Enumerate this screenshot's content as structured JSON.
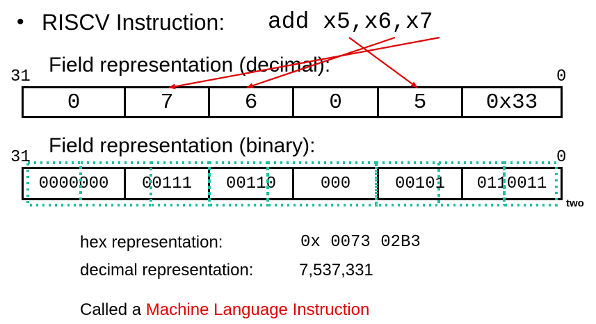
{
  "bullet": "•",
  "heading": "RISCV Instruction:",
  "instruction_code": "add x5,x6,x7",
  "decimal_section": {
    "title": "Field representation (decimal):",
    "bit_high": "31",
    "bit_low": "0",
    "fields": [
      "0",
      "7",
      "6",
      "0",
      "5",
      "0x33"
    ]
  },
  "binary_section": {
    "title": "Field representation (binary):",
    "bit_high": "31",
    "bit_low": "0",
    "fields": [
      "0000000",
      "00111",
      "00110",
      "000",
      "00101",
      "0110011"
    ],
    "suffix": "two"
  },
  "hex": {
    "label": "hex representation:",
    "value": "0x 0073 02B3"
  },
  "decimal": {
    "label": "decimal representation:",
    "value": "7,537,331"
  },
  "called": {
    "prefix": "Called a ",
    "highlight": "Machine Language Instruction"
  },
  "colors": {
    "arrow": "#e00000",
    "nibble_box": "#1fbf9f",
    "highlight_text": "#e00000"
  }
}
